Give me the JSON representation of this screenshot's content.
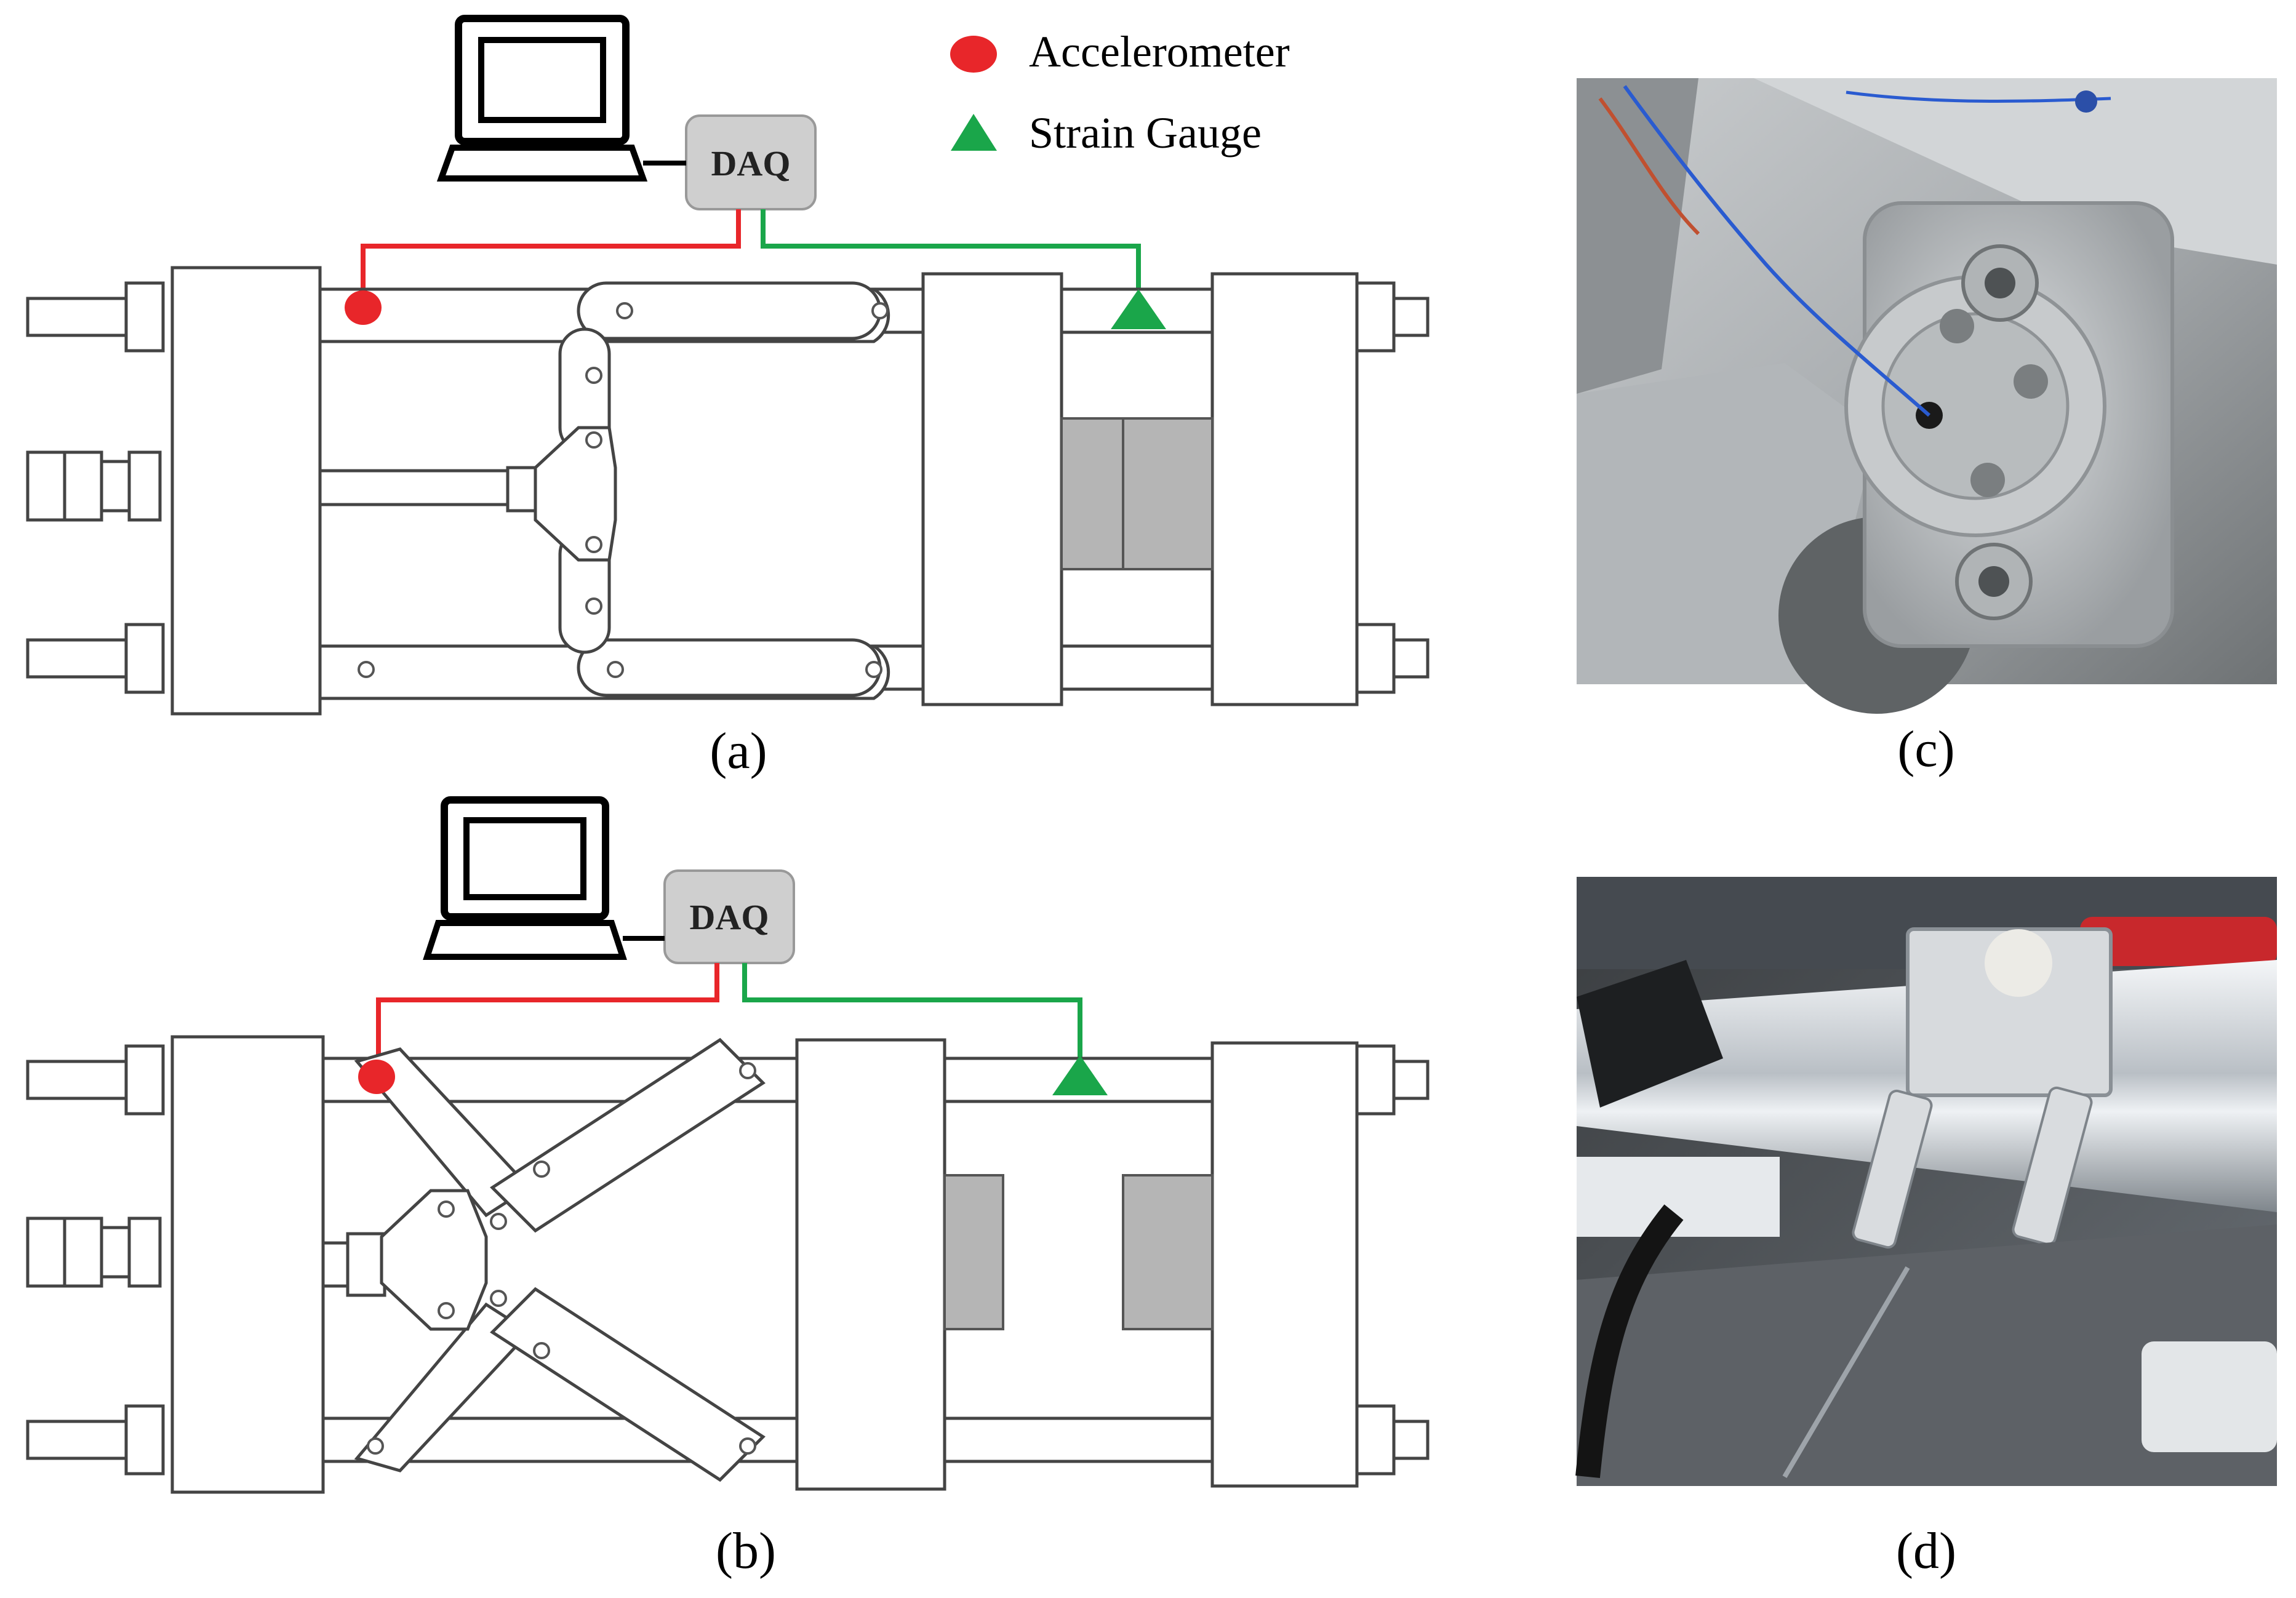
{
  "legend": {
    "accelerometer": "Accelerometer",
    "strain_gauge": "Strain Gauge"
  },
  "colors": {
    "accelerometer": "#e8262a",
    "strain_gauge": "#1aa64a",
    "daq_box": "#cfcfcf",
    "mold": "#b5b5b5"
  },
  "daq_label": "DAQ",
  "panels": {
    "a": "(a)",
    "b": "(b)",
    "c": "(c)",
    "d": "(d)"
  }
}
